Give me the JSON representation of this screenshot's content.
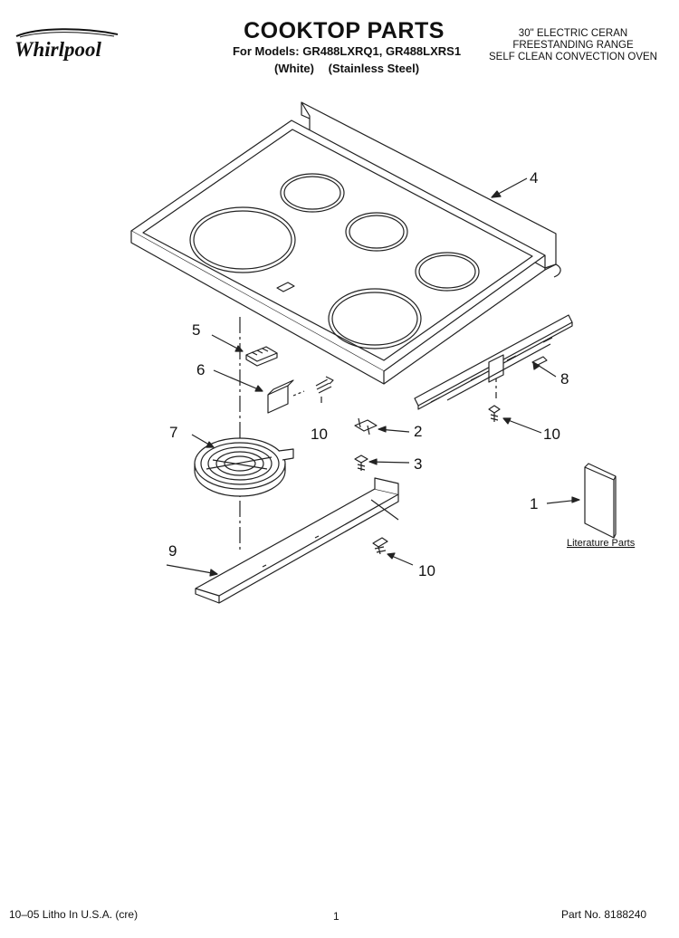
{
  "header": {
    "brand": "Whirlpool",
    "title": "COOKTOP PARTS",
    "models_line": "For Models: GR488LXRQ1, GR488LXRS1",
    "variant_white": "(White)",
    "variant_stainless": "(Stainless Steel)",
    "description": [
      "30\" ELECTRIC CERAN",
      "FREESTANDING RANGE",
      "SELF CLEAN CONVECTION OVEN"
    ]
  },
  "callouts": {
    "c4": "4",
    "c5": "5",
    "c6": "6",
    "c7": "7",
    "c8": "8",
    "c9": "9",
    "c2": "2",
    "c3": "3",
    "c1": "1",
    "c10a": "10",
    "c10b": "10",
    "c10c": "10"
  },
  "literature_label": "Literature Parts",
  "footer": {
    "left": "10–05 Litho In U.S.A. (cre)",
    "page": "1",
    "part_no": "Part No. 8188240"
  }
}
